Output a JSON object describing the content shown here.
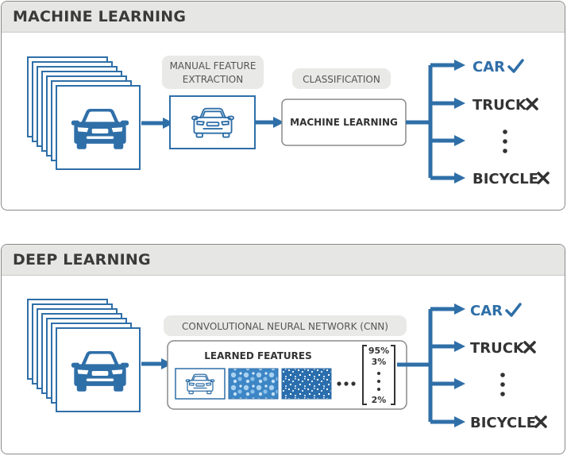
{
  "machine_learning": {
    "title": "MACHINE LEARNING",
    "manual_feature_label_line1": "MANUAL FEATURE",
    "manual_feature_label_line2": "EXTRACTION",
    "classification_label": "CLASSIFICATION",
    "classifier_box_label": "MACHINE LEARNING",
    "outputs": [
      {
        "label": "CAR",
        "mark": "check-icon",
        "color": "#2f6fa8"
      },
      {
        "label": "TRUCK",
        "mark": "cross-icon",
        "color": "#333333"
      },
      {
        "label": "",
        "mark": "vertical-ellipsis",
        "color": "#333333"
      },
      {
        "label": "BICYCLE",
        "mark": "cross-icon",
        "color": "#333333"
      }
    ]
  },
  "deep_learning": {
    "title": "DEEP LEARNING",
    "cnn_label": "CONVOLUTIONAL NEURAL NETWORK (CNN)",
    "learned_features_label": "LEARNED FEATURES",
    "output_vector": [
      "95%",
      "3%",
      "2%"
    ],
    "outputs": [
      {
        "label": "CAR",
        "mark": "check-icon",
        "color": "#2f6fa8"
      },
      {
        "label": "TRUCK",
        "mark": "cross-icon",
        "color": "#333333"
      },
      {
        "label": "",
        "mark": "vertical-ellipsis",
        "color": "#333333"
      },
      {
        "label": "BICYCLE",
        "mark": "cross-icon",
        "color": "#333333"
      }
    ]
  },
  "colors": {
    "accent_blue": "#2f6fa8",
    "header_gray": "#e6e6e4",
    "text_dark": "#333333"
  }
}
